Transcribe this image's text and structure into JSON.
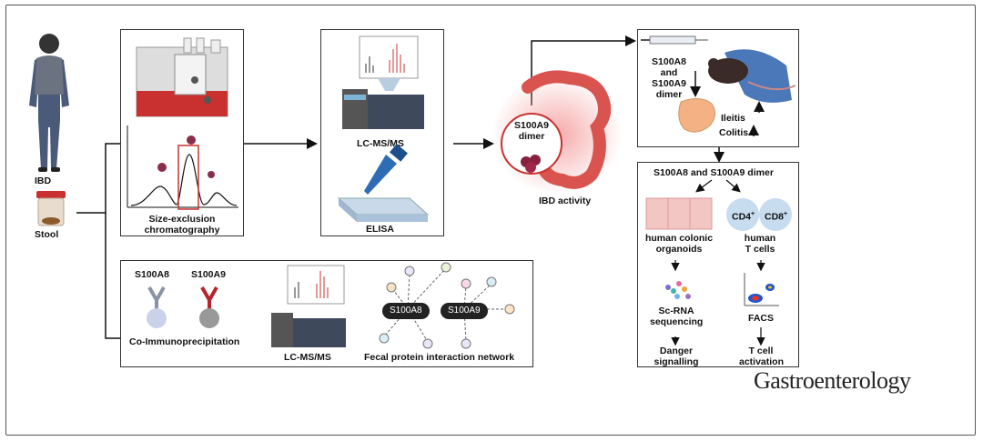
{
  "patient": {
    "label": "IBD"
  },
  "sample": {
    "label": "Stool"
  },
  "sec": {
    "label": "Size-exclusion\nchromatography"
  },
  "lcms_top": {
    "label": "LC-MS/MS"
  },
  "elisa": {
    "label": "ELISA"
  },
  "dimer": {
    "label": "S100A9\ndimer"
  },
  "ibd_activity": {
    "label": "IBD activity"
  },
  "mouse": {
    "injection_label": "S100A8\nand\nS100A9\ndimer",
    "ileitis": "Ileitis",
    "colitis": "Colitis"
  },
  "invitro": {
    "title": "S100A8 and S100A9 dimer",
    "organoids": "human colonic\norganoids",
    "scrna": "Sc-RNA\nsequencing",
    "danger": "Danger\nsignalling",
    "cd4": "CD4",
    "cd8": "CD8",
    "cd_sup": "+",
    "tcells": "human\nT cells",
    "facs": "FACS",
    "activation": "T cell\nactivation"
  },
  "coip": {
    "ab1": "S100A8",
    "ab2": "S100A9",
    "label": "Co-Immunoprecipitation",
    "lcms": "LC-MS/MS",
    "node1": "S100A8",
    "node2": "S100A9",
    "network_label": "Fecal protein interaction network"
  },
  "journal": "Gastroenterology",
  "colors": {
    "accent_red": "#c8312f",
    "antibody_s100a9": "#b8242b",
    "antibody_s100a8": "#8a93a6",
    "box_border": "#333333"
  }
}
